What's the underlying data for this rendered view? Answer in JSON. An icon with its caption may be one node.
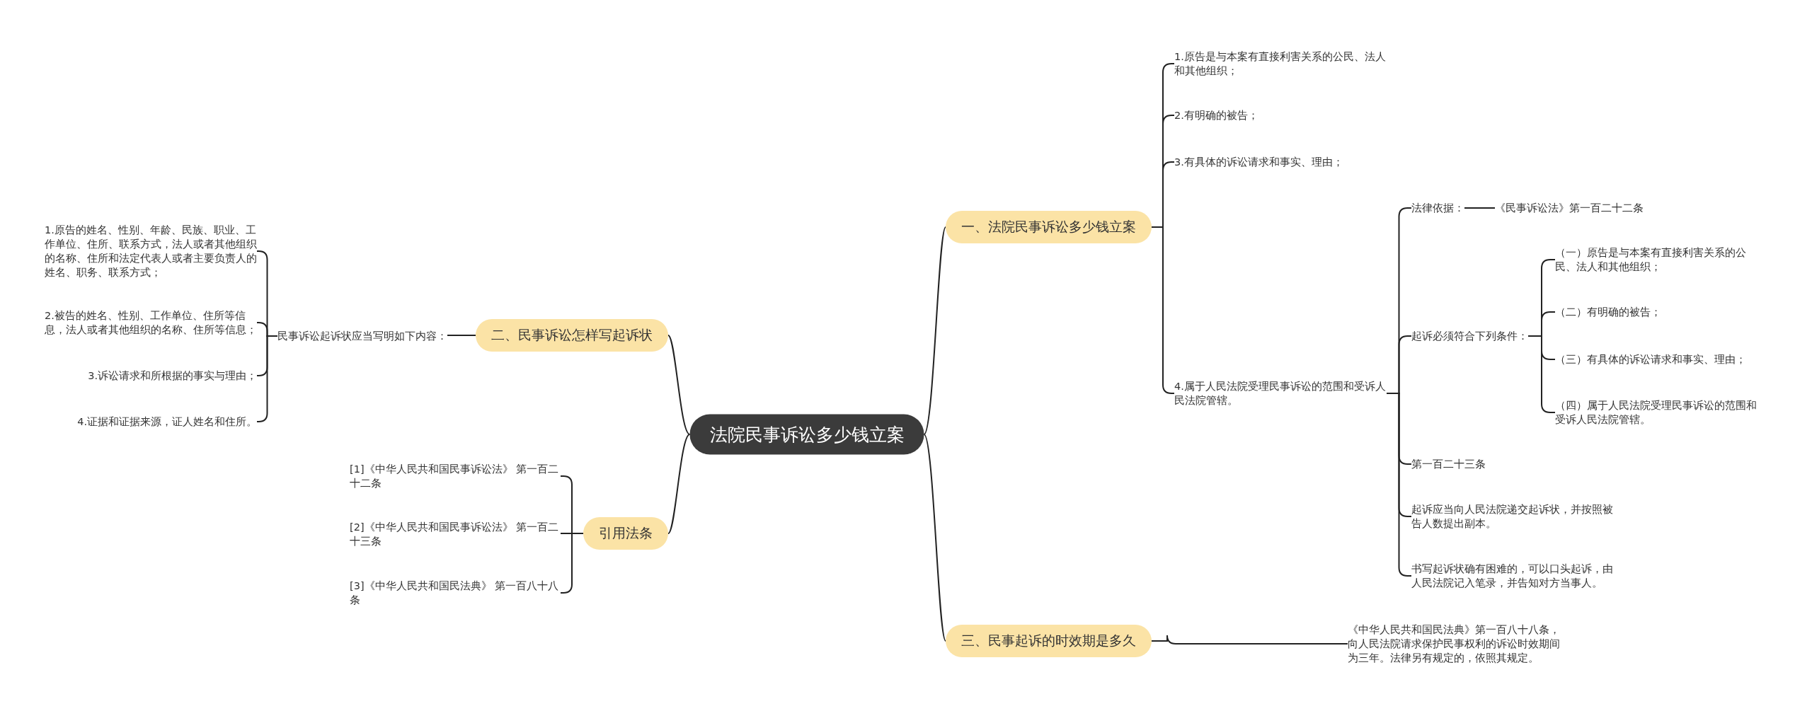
{
  "diagram": {
    "nodes": [
      {
        "text": [
          "法院民事诉讼多少钱立案"
        ]
      },
      {
        "text": [
          "一、法院民事诉讼多少钱立案"
        ]
      },
      {
        "text": [
          "1.原告是与本案有直接利害关系的公民、法人和其他组织；"
        ]
      },
      {
        "text": [
          "2.有明确的被告；"
        ]
      },
      {
        "text": [
          "3.有具体的诉讼请求和事实、理由；"
        ]
      },
      {
        "text": [
          "4.属于人民法院受理民事诉讼的范围和受诉人民法院管辖。"
        ]
      },
      {
        "text": [
          "法律依据："
        ]
      },
      {
        "text": [
          "《民事诉讼法》第一百二十二条"
        ]
      },
      {
        "text": [
          "起诉必须符合下列条件："
        ]
      },
      {
        "text": [
          "（一）原告是与本案有直接利害关系的公民、法人和其他组织；"
        ]
      },
      {
        "text": [
          "（二）有明确的被告；"
        ]
      },
      {
        "text": [
          "（三）有具体的诉讼请求和事实、理由；"
        ]
      },
      {
        "text": [
          "（四）属于人民法院受理民事诉讼的范围和受诉人民法院管辖。"
        ]
      },
      {
        "text": [
          "第一百二十三条"
        ]
      },
      {
        "text": [
          "起诉应当向人民法院递交起诉状，并按照被告人数提出副本。"
        ]
      },
      {
        "text": [
          "书写起诉状确有困难的，可以口头起诉，由人民法院记入笔录，并告知对方当事人。"
        ]
      },
      {
        "text": [
          "二、民事诉讼怎样写起诉状"
        ]
      },
      {
        "text": [
          "民事诉讼起诉状应当写明如下内容："
        ]
      },
      {
        "text": [
          "1.原告的姓名、性别、年龄、民族、职业、工作单位、住所、联系方式，法人或者其他组织的名称、住所和法定代表人或者主要负责人的姓名、职务、联系方式；"
        ]
      },
      {
        "text": [
          "2.被告的姓名、性别、工作单位、住所等信息，法人或者其他组织的名称、住所等信息；"
        ]
      },
      {
        "text": [
          "3.诉讼请求和所根据的事实与理由；"
        ]
      },
      {
        "text": [
          "4.证据和证据来源，证人姓名和住所。"
        ]
      },
      {
        "text": [
          "引用法条"
        ]
      },
      {
        "text": [
          "[1]《中华人民共和国民事诉讼法》 第一百二十二条"
        ]
      },
      {
        "text": [
          "[2]《中华人民共和国民事诉讼法》 第一百二十三条"
        ]
      },
      {
        "text": [
          "[3]《中华人民共和国民法典》 第一百八十八条"
        ]
      },
      {
        "text": [
          "三、民事起诉的时效期是多久"
        ]
      },
      {
        "text": [
          "《中华人民共和国民法典》第一百八十八条，向人民法院请求保护民事权利的诉讼时效期间为三年。法律另有规定的，依照其规定。"
        ]
      }
    ],
    "edges": [
      {
        "from": 0,
        "to": 1,
        "arrow": "none"
      },
      {
        "from": 1,
        "to": 2,
        "arrow": "none"
      },
      {
        "from": 1,
        "to": 3,
        "arrow": "none"
      },
      {
        "from": 1,
        "to": 4,
        "arrow": "none"
      },
      {
        "from": 1,
        "to": 5,
        "arrow": "none"
      },
      {
        "from": 5,
        "to": 6,
        "arrow": "none"
      },
      {
        "from": 6,
        "to": 7,
        "arrow": "none"
      },
      {
        "from": 5,
        "to": 8,
        "arrow": "none"
      },
      {
        "from": 8,
        "to": 9,
        "arrow": "none"
      },
      {
        "from": 8,
        "to": 10,
        "arrow": "none"
      },
      {
        "from": 8,
        "to": 11,
        "arrow": "none"
      },
      {
        "from": 8,
        "to": 12,
        "arrow": "none"
      },
      {
        "from": 5,
        "to": 13,
        "arrow": "none"
      },
      {
        "from": 5,
        "to": 14,
        "arrow": "none"
      },
      {
        "from": 5,
        "to": 15,
        "arrow": "none"
      },
      {
        "from": 0,
        "to": 16,
        "arrow": "none"
      },
      {
        "from": 16,
        "to": 17,
        "arrow": "none"
      },
      {
        "from": 17,
        "to": 18,
        "arrow": "none"
      },
      {
        "from": 17,
        "to": 19,
        "arrow": "none"
      },
      {
        "from": 17,
        "to": 20,
        "arrow": "none"
      },
      {
        "from": 17,
        "to": 21,
        "arrow": "none"
      },
      {
        "from": 0,
        "to": 22,
        "arrow": "none"
      },
      {
        "from": 22,
        "to": 23,
        "arrow": "none"
      },
      {
        "from": 22,
        "to": 24,
        "arrow": "none"
      },
      {
        "from": 22,
        "to": 25,
        "arrow": "none"
      },
      {
        "from": 0,
        "to": 26,
        "arrow": "none"
      },
      {
        "from": 26,
        "to": 27,
        "arrow": "none"
      }
    ]
  }
}
